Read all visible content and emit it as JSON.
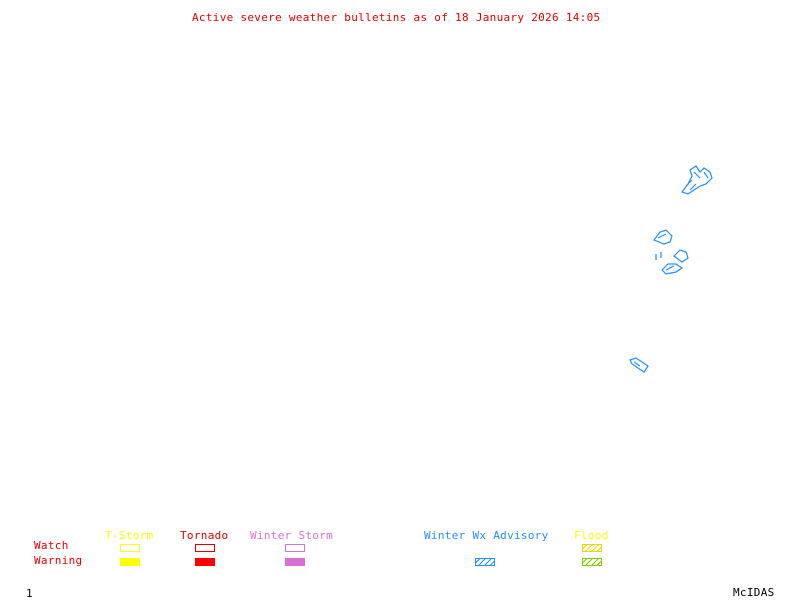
{
  "title": "Active severe weather bulletins as of 18 January 2026 14:05",
  "legend": {
    "row_labels": {
      "watch": "Watch",
      "warning": "Warning"
    },
    "categories": [
      {
        "name": "T-Storm",
        "color": "#ffff00",
        "watch": "outline",
        "warning": "filled"
      },
      {
        "name": "Tornado",
        "color": "#ff0000",
        "watch": "outline",
        "warning": "filled"
      },
      {
        "name": "Winter Storm",
        "color": "#da70d6",
        "watch": "outline",
        "warning": "filled"
      },
      {
        "name": "Winter Wx Advisory",
        "color": "#1e90ff",
        "watch": "none",
        "warning": "hatched"
      },
      {
        "name": "Flood",
        "color": "#ffff00",
        "warning_color": "#7fcf00",
        "watch": "hatched",
        "warning": "hatched"
      }
    ]
  },
  "frame_number": "1",
  "software_label": "McIDAS",
  "areas": {
    "color": "#1e90ff",
    "type": "Winter Wx Advisory",
    "count": 5
  }
}
